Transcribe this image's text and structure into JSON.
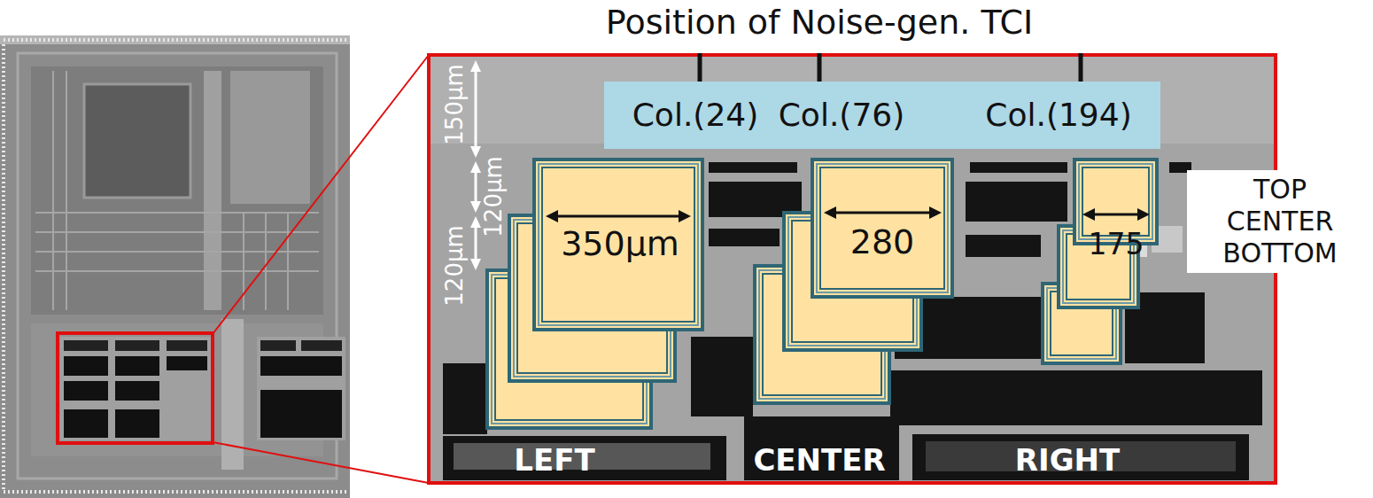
{
  "diagram": {
    "title": "Position of Noise-gen. TCI",
    "nodes": [
      {
        "text": [
          "Col.(24)",
          "Col.(76)",
          "Col.(194)"
        ]
      },
      {
        "text": [
          "TOP CENTER BOTTOM"
        ]
      }
    ],
    "labels": [
      "150μm",
      "120μm",
      "120μm",
      "350μm",
      "280",
      "175",
      "LEFT",
      "CENTER",
      "RIGHT"
    ]
  }
}
